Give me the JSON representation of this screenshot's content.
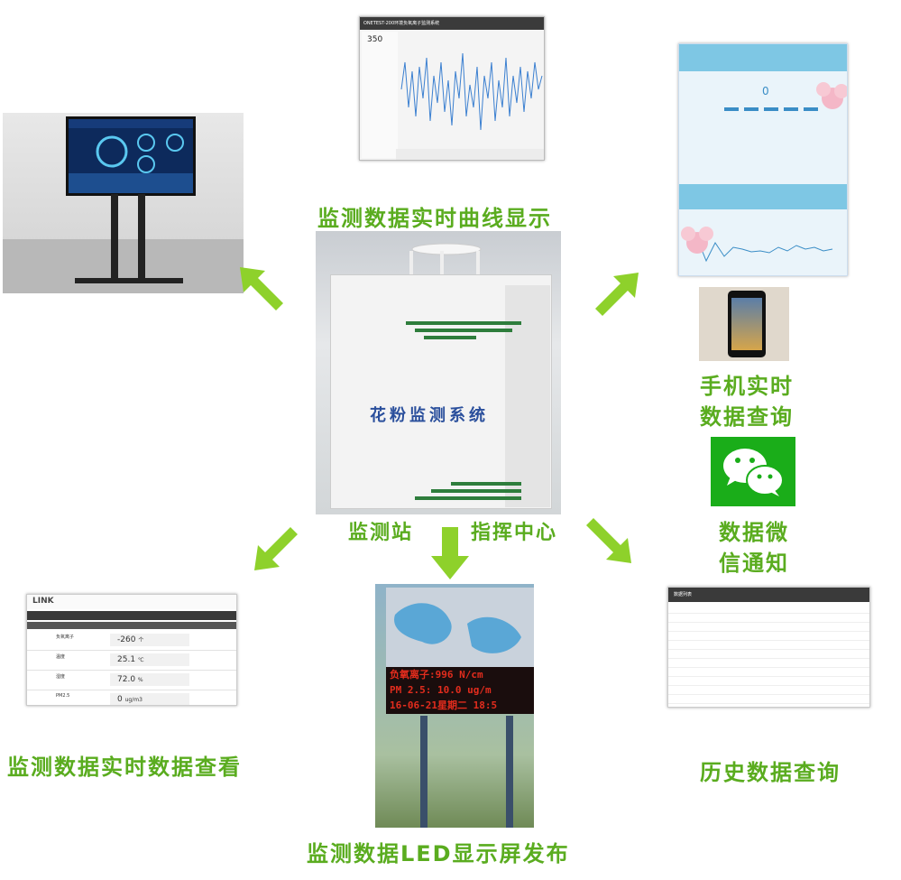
{
  "labels": {
    "curve_display": "监测数据实时曲线显示",
    "mobile_query_line1": "手机实时",
    "mobile_query_line2": "数据查询",
    "wechat_line1": "数据微",
    "wechat_line2": "信通知",
    "station": "监测站",
    "command_center": "指挥中心",
    "realtime_view": "监测数据实时数据查看",
    "led_publish": "监测数据LED显示屏发布",
    "history_query": "历史数据查询"
  },
  "station_photo": {
    "box_label": "花粉监测系统"
  },
  "curve_screen": {
    "title": "ONETEST-200环境负氧离子监测系统",
    "current_value": "350"
  },
  "realtime_screen": {
    "logo": "LINK",
    "rows": [
      {
        "name": "负氧离子",
        "value": "-260",
        "unit": "个"
      },
      {
        "name": "温度",
        "value": "25.1",
        "unit": "℃"
      },
      {
        "name": "湿度",
        "value": "72.0",
        "unit": "%"
      },
      {
        "name": "PM2.5",
        "value": "0",
        "unit": "ug/m3"
      }
    ]
  },
  "led_screen": {
    "line1": "负氧离子:996  N/cm",
    "line2": "PM  2.5: 10.0 ug/m",
    "line3": "16-06-21星期二 18:5"
  },
  "history_screen": {
    "title": "数据列表"
  },
  "colors": {
    "label_green": "#5aac1f",
    "arrow_green": "#8ed12b",
    "led_red": "#e22c1d",
    "station_text": "#2a4f9c"
  }
}
